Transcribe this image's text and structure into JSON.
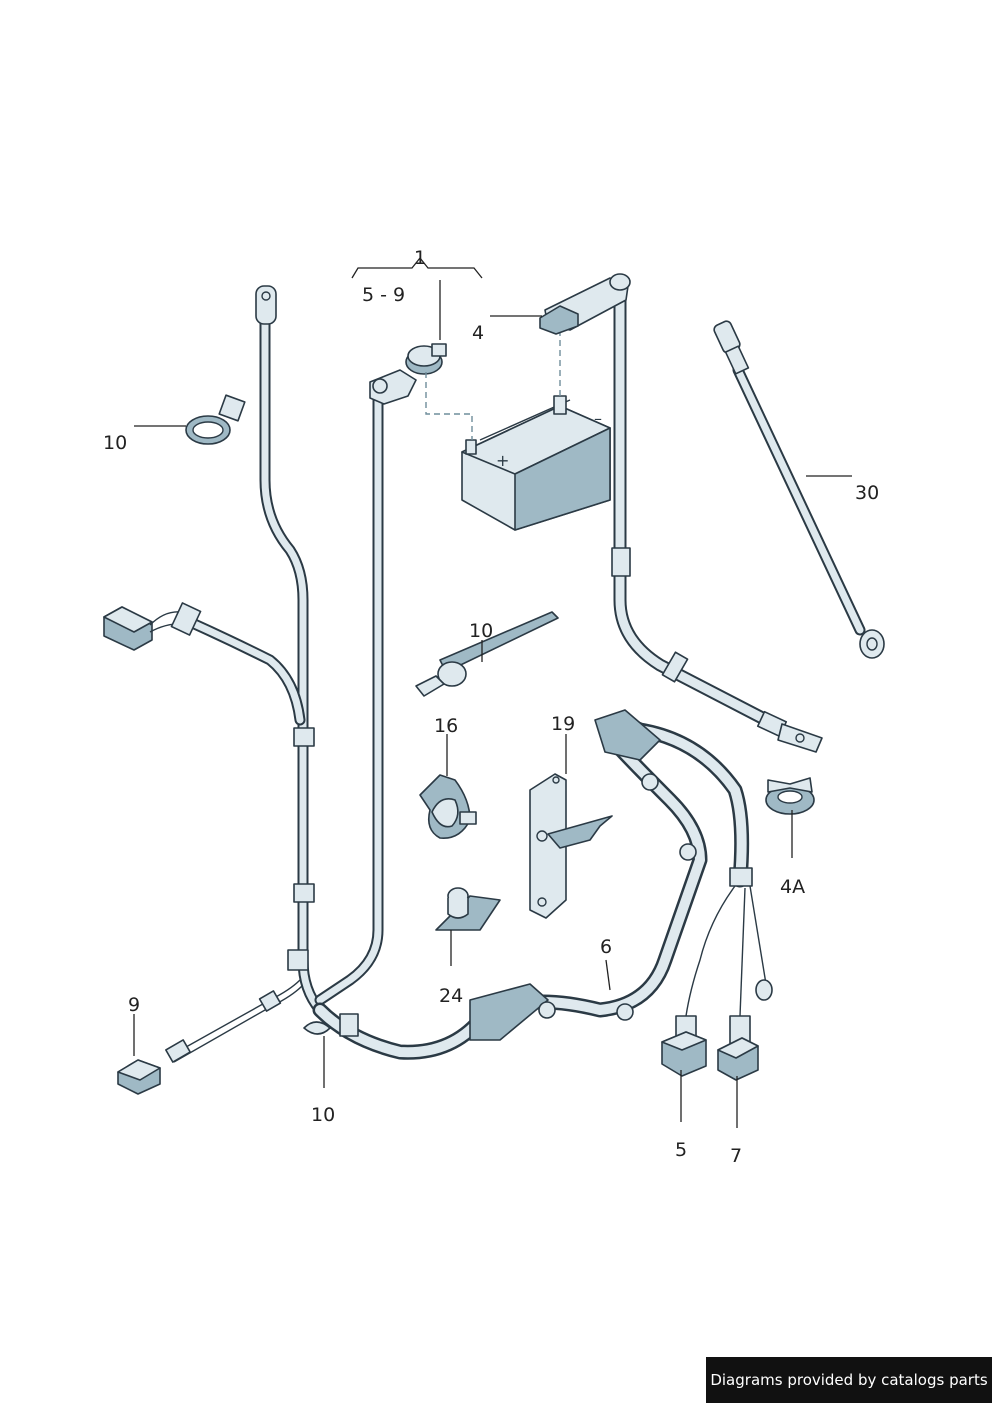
{
  "callouts": {
    "c1": "1",
    "c5_9": "5 - 9",
    "c4": "4",
    "c10_clamp": "10",
    "c30": "30",
    "c10_tie": "10",
    "c16": "16",
    "c19": "19",
    "c4a": "4A",
    "c6": "6",
    "c24": "24",
    "c9": "9",
    "c10_bottom": "10",
    "c5": "5",
    "c7": "7"
  },
  "battery": {
    "minus_sign": "–",
    "plus_sign": "+"
  },
  "footer": {
    "credit": "Diagrams provided by catalogs parts"
  },
  "colors": {
    "line": "#2b3a45",
    "fill_light": "#dfe9ee",
    "fill_shade": "#9fb9c5",
    "footer_bg": "#111111"
  }
}
